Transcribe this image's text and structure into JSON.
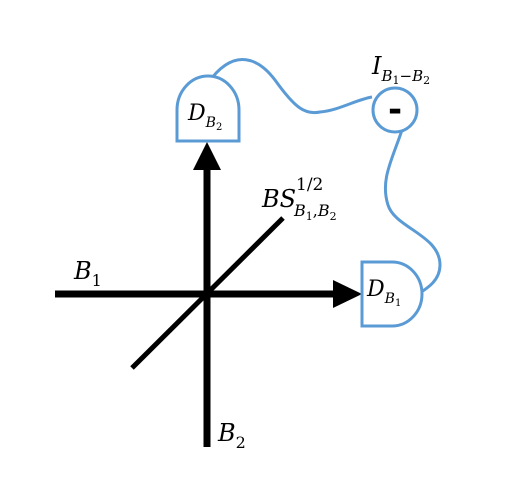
{
  "colors": {
    "beam": "#000000",
    "detector": "#5b9bd5",
    "background": "#ffffff"
  },
  "labels": {
    "beam1": {
      "main": "B",
      "sub": "1"
    },
    "beam2": {
      "main": "B",
      "sub": "2"
    },
    "beam_splitter": {
      "main": "BS",
      "sup": "1/2",
      "sub": "B",
      "sub1": "1",
      "sep": ",",
      "sub2": "B",
      "sub3": "2"
    },
    "detector_b1": {
      "main": "D",
      "sub": "B",
      "subsub": "1"
    },
    "detector_b2": {
      "main": "D",
      "sub": "B",
      "subsub": "2"
    },
    "interferometer": {
      "main": "I",
      "sub_a": "B",
      "sub_a_idx": "1",
      "sub_op": "−",
      "sub_b": "B",
      "sub_b_idx": "2"
    },
    "minus_sign": "-"
  }
}
